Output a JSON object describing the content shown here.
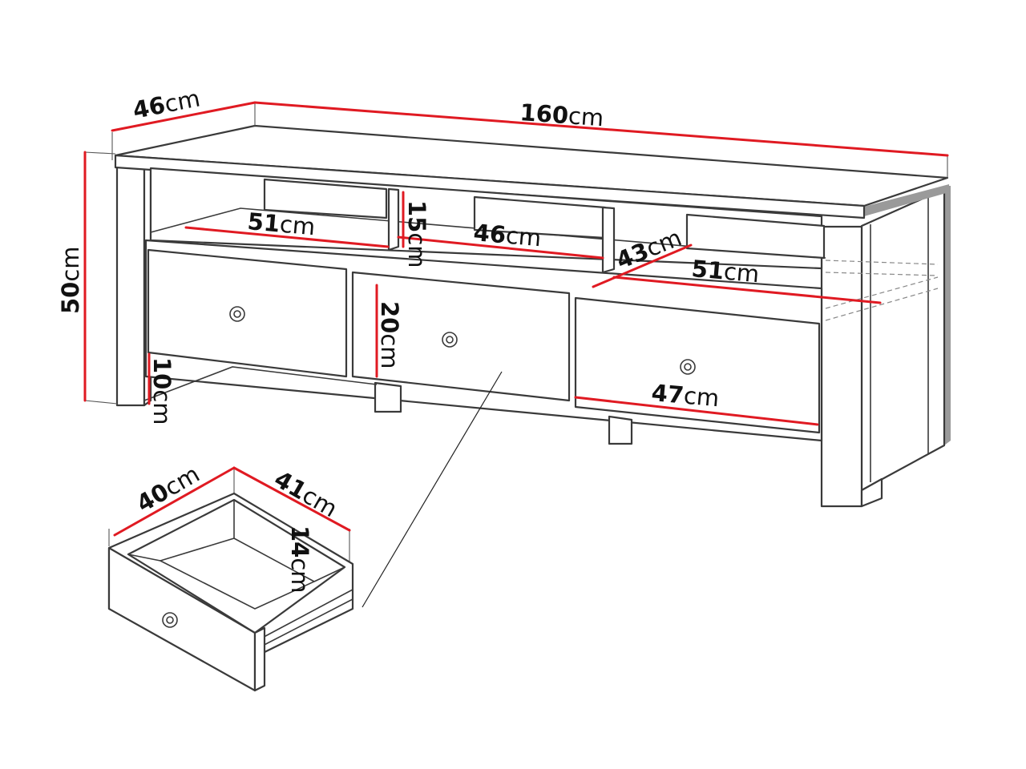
{
  "diagram": {
    "colors": {
      "dimension_line": "#e01a22",
      "outline": "#3a3a3a",
      "background": "#ffffff"
    },
    "unit": "cm",
    "dimensions": {
      "total_width": {
        "value": "160",
        "unit": "cm"
      },
      "total_depth": {
        "value": "46",
        "unit": "cm"
      },
      "total_height": {
        "value": "50",
        "unit": "cm"
      },
      "left_shelf_width": {
        "value": "51",
        "unit": "cm"
      },
      "shelf_height": {
        "value": "15",
        "unit": "cm"
      },
      "middle_shelf_width": {
        "value": "46",
        "unit": "cm"
      },
      "shelf_depth": {
        "value": "43",
        "unit": "cm"
      },
      "right_shelf_width": {
        "value": "51",
        "unit": "cm"
      },
      "drawer_front_height": {
        "value": "20",
        "unit": "cm"
      },
      "leg_clearance": {
        "value": "10",
        "unit": "cm"
      },
      "drawer_front_width": {
        "value": "47",
        "unit": "cm"
      },
      "drawer_inner_width": {
        "value": "40",
        "unit": "cm"
      },
      "drawer_inner_depth": {
        "value": "41",
        "unit": "cm"
      },
      "drawer_inner_height": {
        "value": "14",
        "unit": "cm"
      }
    }
  }
}
